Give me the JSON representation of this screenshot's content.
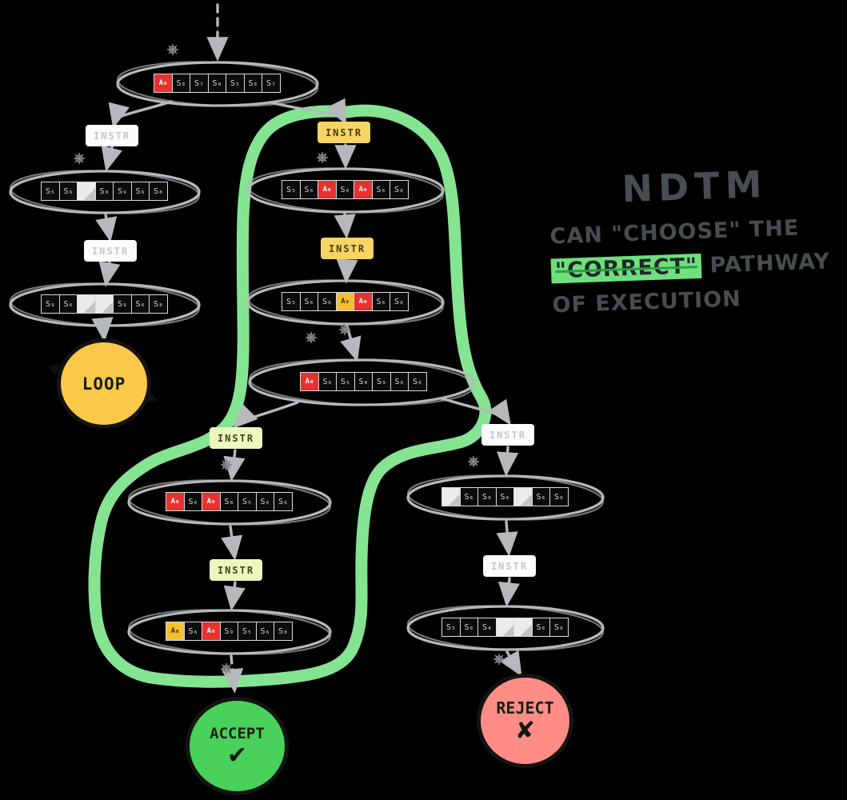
{
  "colors": {
    "background": "#000000",
    "highlight_path": "#8cf09a",
    "tape_outline": "#b5b9bb",
    "instr_gold": "#f6d565",
    "instr_pale": "#eef6c0",
    "instr_white": "#fbfcfc",
    "cell_red": "#e8312e",
    "cell_yellow": "#f5c02c",
    "loop_fill": "#fbc94a",
    "accept_fill": "#49d15c",
    "reject_fill": "#ff8d85",
    "note_text": "#474d50",
    "note_highlight": "#6ee07e"
  },
  "instr": {
    "label": "INSTR"
  },
  "terminals": {
    "loop": {
      "label": "LOOP"
    },
    "accept": {
      "label": "ACCEPT",
      "mark": "✔"
    },
    "reject": {
      "label": "REJECT",
      "mark": "✘"
    }
  },
  "note": {
    "title": "NDTM",
    "line1": "CAN \"CHOOSE\" THE",
    "highlight": "\"CORRECT\"",
    "line2_rest": " PATHWAY",
    "line3": "OF EXECUTION"
  },
  "tapes": [
    {
      "name": "tape-root",
      "cells": [
        {
          "t": "A₀",
          "type": "red"
        },
        {
          "t": "S₆",
          "type": "normal"
        },
        {
          "t": "S₇",
          "type": "normal"
        },
        {
          "t": "S₈",
          "type": "normal"
        },
        {
          "t": "S₅",
          "type": "normal"
        },
        {
          "t": "S₆",
          "type": "normal"
        },
        {
          "t": "S₇",
          "type": "normal"
        }
      ]
    },
    {
      "name": "tape-left-1",
      "cells": [
        {
          "t": "S₅",
          "type": "normal"
        },
        {
          "t": "S₆",
          "type": "normal"
        },
        {
          "t": "",
          "type": "blank"
        },
        {
          "t": "S₈",
          "type": "normal"
        },
        {
          "t": "S₉",
          "type": "normal"
        },
        {
          "t": "S₆",
          "type": "normal"
        },
        {
          "t": "S₈",
          "type": "normal"
        }
      ]
    },
    {
      "name": "tape-left-2",
      "cells": [
        {
          "t": "S₉",
          "type": "normal"
        },
        {
          "t": "S₆",
          "type": "normal"
        },
        {
          "t": "",
          "type": "blank"
        },
        {
          "t": "",
          "type": "blank"
        },
        {
          "t": "S₉",
          "type": "normal"
        },
        {
          "t": "S₆",
          "type": "normal"
        },
        {
          "t": "S₈",
          "type": "normal"
        }
      ]
    },
    {
      "name": "tape-mid-1",
      "cells": [
        {
          "t": "S₅",
          "type": "normal"
        },
        {
          "t": "S₆",
          "type": "normal"
        },
        {
          "t": "A₀",
          "type": "red"
        },
        {
          "t": "S₆",
          "type": "normal"
        },
        {
          "t": "A₀",
          "type": "red"
        },
        {
          "t": "S₆",
          "type": "normal"
        },
        {
          "t": "S₈",
          "type": "normal"
        }
      ]
    },
    {
      "name": "tape-mid-2",
      "cells": [
        {
          "t": "S₅",
          "type": "normal"
        },
        {
          "t": "S₆",
          "type": "normal"
        },
        {
          "t": "S₆",
          "type": "normal"
        },
        {
          "t": "A₀",
          "type": "yellow"
        },
        {
          "t": "A₀",
          "type": "red"
        },
        {
          "t": "S₆",
          "type": "normal"
        },
        {
          "t": "S₈",
          "type": "normal"
        }
      ]
    },
    {
      "name": "tape-mid-3",
      "cells": [
        {
          "t": "A₀",
          "type": "red"
        },
        {
          "t": "S₆",
          "type": "normal"
        },
        {
          "t": "S₅",
          "type": "normal"
        },
        {
          "t": "S₈",
          "type": "normal"
        },
        {
          "t": "S₉",
          "type": "normal"
        },
        {
          "t": "S₆",
          "type": "normal"
        },
        {
          "t": "S₆",
          "type": "normal"
        }
      ]
    },
    {
      "name": "tape-accept-1",
      "cells": [
        {
          "t": "A₀",
          "type": "red"
        },
        {
          "t": "S₆",
          "type": "normal"
        },
        {
          "t": "A₀",
          "type": "red"
        },
        {
          "t": "S₈",
          "type": "normal"
        },
        {
          "t": "S₅",
          "type": "normal"
        },
        {
          "t": "S₆",
          "type": "normal"
        },
        {
          "t": "S₆",
          "type": "normal"
        }
      ]
    },
    {
      "name": "tape-accept-2",
      "cells": [
        {
          "t": "A₀",
          "type": "yellow"
        },
        {
          "t": "S₆",
          "type": "normal"
        },
        {
          "t": "A₀",
          "type": "red"
        },
        {
          "t": "S₉",
          "type": "normal"
        },
        {
          "t": "S₅",
          "type": "normal"
        },
        {
          "t": "S₆",
          "type": "normal"
        },
        {
          "t": "S₈",
          "type": "normal"
        }
      ]
    },
    {
      "name": "tape-reject-1",
      "cells": [
        {
          "t": "",
          "type": "blank"
        },
        {
          "t": "S₆",
          "type": "normal"
        },
        {
          "t": "S₈",
          "type": "normal"
        },
        {
          "t": "S₆",
          "type": "normal"
        },
        {
          "t": "",
          "type": "blank"
        },
        {
          "t": "S₆",
          "type": "normal"
        },
        {
          "t": "S₆",
          "type": "normal"
        }
      ]
    },
    {
      "name": "tape-reject-2",
      "cells": [
        {
          "t": "S₅",
          "type": "normal"
        },
        {
          "t": "S₆",
          "type": "normal"
        },
        {
          "t": "S₄",
          "type": "normal"
        },
        {
          "t": "",
          "type": "blank"
        },
        {
          "t": "",
          "type": "blank"
        },
        {
          "t": "S₆",
          "type": "normal"
        },
        {
          "t": "S₆",
          "type": "normal"
        }
      ]
    }
  ]
}
